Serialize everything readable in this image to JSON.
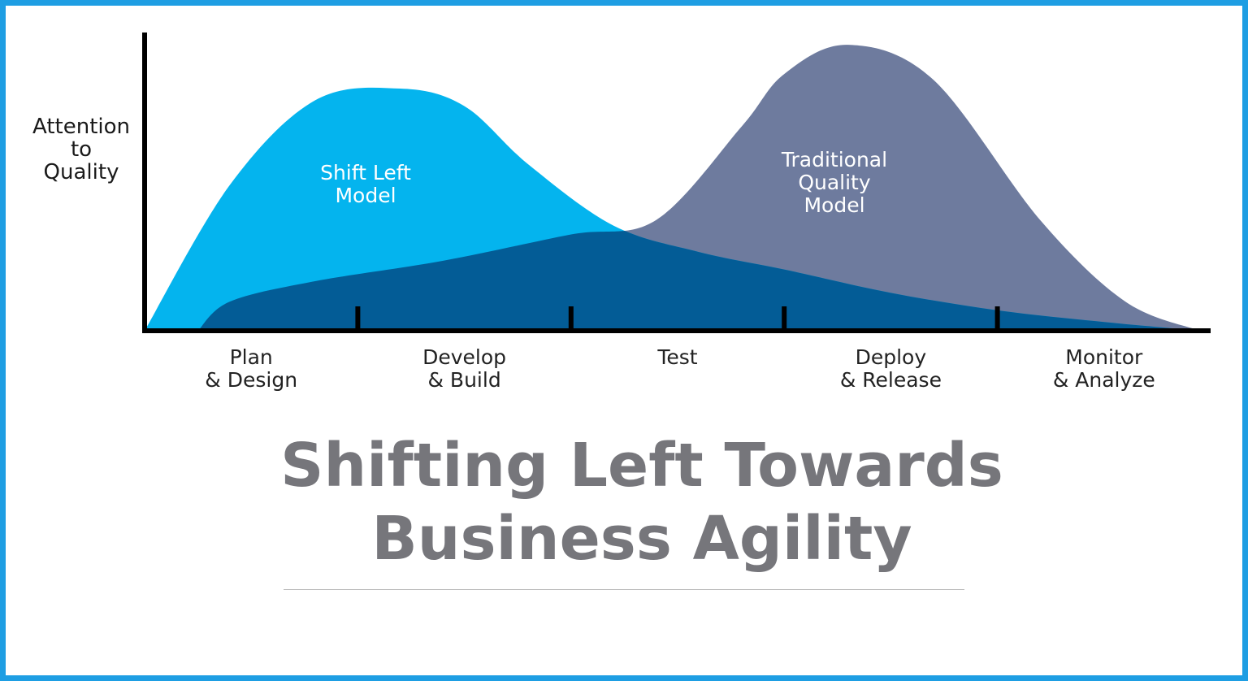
{
  "chart_data": {
    "type": "area",
    "ylabel": [
      "Attention",
      "to",
      "Quality"
    ],
    "x_range": [
      0,
      5
    ],
    "y_range": [
      0,
      100
    ],
    "grid": false,
    "categories": [
      [
        "Plan",
        "& Design"
      ],
      [
        "Develop",
        "& Build"
      ],
      [
        "Test"
      ],
      [
        "Deploy",
        "& Release"
      ],
      [
        "Monitor",
        "& Analyze"
      ]
    ],
    "ticks": [
      1,
      2,
      3,
      4
    ],
    "series": [
      {
        "name": [
          "Shift Left",
          "Model"
        ],
        "color": "#04b4ee",
        "x": [
          0,
          0.4,
          0.8,
          1.2,
          1.5,
          1.8,
          2.2,
          2.6,
          3.0,
          3.5,
          4.0,
          4.5,
          4.95
        ],
        "y": [
          0,
          50,
          79,
          83,
          77,
          57,
          36,
          27,
          21,
          13,
          7,
          3,
          0
        ]
      },
      {
        "name": [
          "Traditional",
          "Quality",
          "Model"
        ],
        "color": "#6e7b9e",
        "x": [
          0.25,
          0.4,
          0.8,
          1.4,
          2.0,
          2.4,
          2.8,
          3.0,
          3.3,
          3.7,
          4.2,
          4.6,
          4.95
        ],
        "y": [
          0,
          10,
          17,
          24,
          33,
          38,
          70,
          88,
          98,
          86,
          38,
          10,
          0
        ]
      }
    ],
    "overlap_color": "#035c96"
  },
  "title": [
    "Shifting Left Towards",
    "Business Agility"
  ]
}
